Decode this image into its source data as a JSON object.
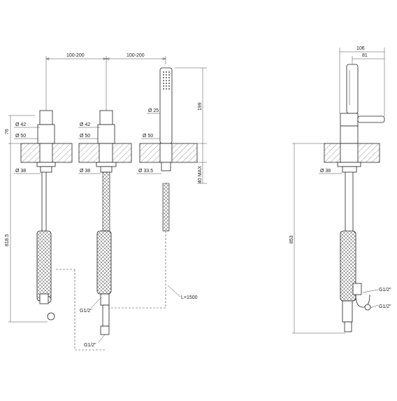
{
  "drawing": {
    "top_dims": {
      "spacing_left": "100-200",
      "spacing_right": "100-200",
      "side_width_total": "106",
      "side_width_partial": "81"
    },
    "vertical_dims": {
      "spout_height": "76",
      "total_length_left": "818.5",
      "handshower_length": "199",
      "deck_max": "40 MAX",
      "side_total_length": "853"
    },
    "diameters": {
      "d42_a": "Ø 42",
      "d50_a": "Ø 50",
      "d38_a": "Ø 38",
      "d42_b": "Ø 42",
      "d50_b": "Ø 50",
      "d38_b": "Ø 38",
      "d25": "Ø 25",
      "d50_c": "Ø 50",
      "d33_5": "Ø 33.5",
      "d38_side": "Ø 38"
    },
    "connections": {
      "hose_length": "L=1500",
      "g_mid": "G1/2\"",
      "g_bottom": "G1/2\"",
      "g_side_top": "G1/2\"",
      "g_side_bottom": "G1/2\""
    }
  }
}
